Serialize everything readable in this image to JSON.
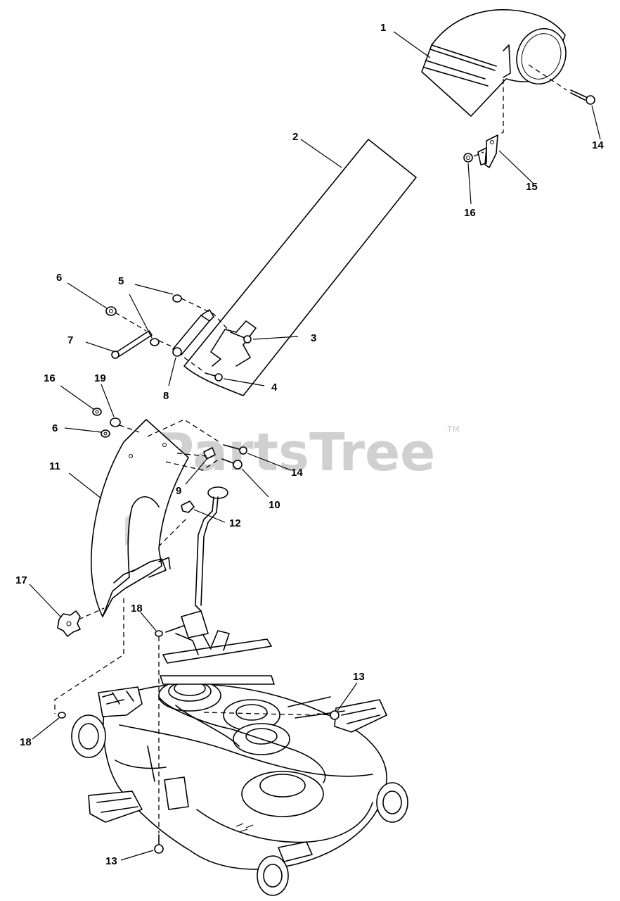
{
  "watermark": {
    "text": "PartsTree",
    "trademark": "TM"
  },
  "callouts": {
    "c1": "1",
    "c2": "2",
    "c3": "3",
    "c4": "4",
    "c5": "5",
    "c6a": "6",
    "c6b": "6",
    "c7": "7",
    "c8": "8",
    "c9": "9",
    "c10": "10",
    "c11": "11",
    "c12": "12",
    "c13a": "13",
    "c13b": "13",
    "c14a": "14",
    "c14b": "14",
    "c15": "15",
    "c16a": "16",
    "c16b": "16",
    "c17": "17",
    "c18a": "18",
    "c18b": "18",
    "c19": "19"
  }
}
